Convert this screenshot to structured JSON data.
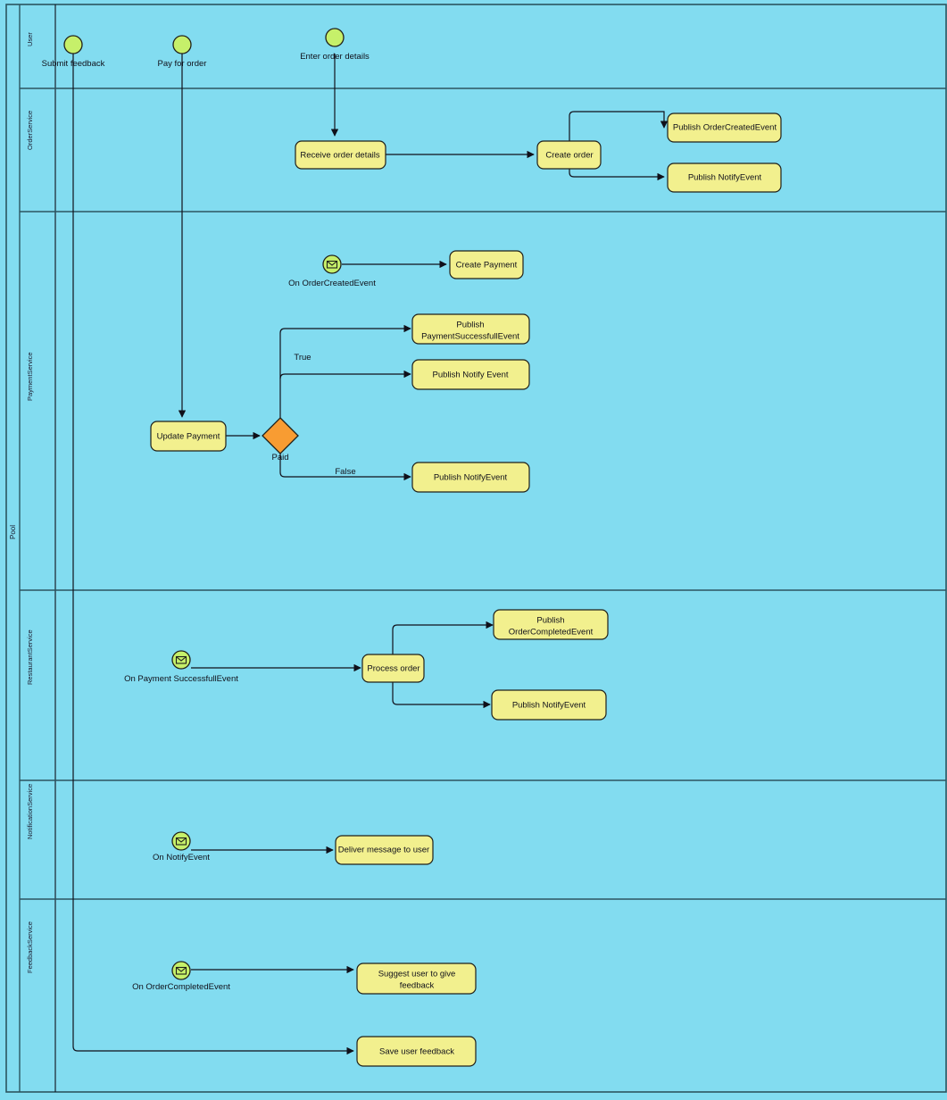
{
  "diagram": {
    "type": "bpmn-collaboration-diagram",
    "pool": {
      "label": "Pool"
    },
    "colors": {
      "lane_background": "#82DCF0",
      "task_fill": "#F2F08E",
      "event_fill": "#C6F06A",
      "gateway_fill": "#F89C32",
      "stroke": "#10101A",
      "pool_border": "#2C5560"
    },
    "lanes": [
      {
        "id": "user",
        "label": "User"
      },
      {
        "id": "order-service",
        "label": "OrderService"
      },
      {
        "id": "payment-service",
        "label": "PaymentService"
      },
      {
        "id": "restaurant-service",
        "label": "RestaurantService"
      },
      {
        "id": "notification-service",
        "label": "NotificationService"
      },
      {
        "id": "feedback-service",
        "label": "FeedbackService"
      }
    ],
    "start_events": [
      {
        "id": "submit-feedback",
        "label": "Submit feedback",
        "lane": "user"
      },
      {
        "id": "pay-for-order",
        "label": "Pay for order",
        "lane": "user"
      },
      {
        "id": "enter-order-details",
        "label": "Enter order details",
        "lane": "user"
      }
    ],
    "message_events": [
      {
        "id": "on-order-created-event",
        "label": "On OrderCreatedEvent",
        "lane": "payment-service"
      },
      {
        "id": "on-payment-successfull-event",
        "label": "On Payment SuccessfullEvent",
        "lane": "restaurant-service"
      },
      {
        "id": "on-notify-event",
        "label": "On NotifyEvent",
        "lane": "notification-service"
      },
      {
        "id": "on-order-completed-event",
        "label": "On OrderCompletedEvent",
        "lane": "feedback-service"
      }
    ],
    "gateways": [
      {
        "id": "paid-gateway",
        "label": "Paid",
        "lane": "payment-service"
      }
    ],
    "tasks": [
      {
        "id": "receive-order-details",
        "label": "Receive order details",
        "lane": "order-service"
      },
      {
        "id": "create-order",
        "label": "Create order",
        "lane": "order-service"
      },
      {
        "id": "publish-order-created-event",
        "label": "Publish OrderCreatedEvent",
        "lane": "order-service"
      },
      {
        "id": "publish-notify-event-order",
        "label": "Publish NotifyEvent",
        "lane": "order-service"
      },
      {
        "id": "create-payment",
        "label": "Create Payment",
        "lane": "payment-service"
      },
      {
        "id": "update-payment",
        "label": "Update Payment",
        "lane": "payment-service"
      },
      {
        "id": "publish-payment-successfull-event",
        "label_line1": "Publish",
        "label_line2": "PaymentSuccessfullEvent",
        "lane": "payment-service"
      },
      {
        "id": "publish-notify-event-payment-true",
        "label": "Publish Notify Event",
        "lane": "payment-service"
      },
      {
        "id": "publish-notify-event-payment-false",
        "label": "Publish NotifyEvent",
        "lane": "payment-service"
      },
      {
        "id": "process-order",
        "label": "Process order",
        "lane": "restaurant-service"
      },
      {
        "id": "publish-order-completed-event",
        "label_line1": "Publish",
        "label_line2": "OrderCompletedEvent",
        "lane": "restaurant-service"
      },
      {
        "id": "publish-notify-event-restaurant",
        "label": "Publish NotifyEvent",
        "lane": "restaurant-service"
      },
      {
        "id": "deliver-message-to-user",
        "label": "Deliver message to user",
        "lane": "notification-service"
      },
      {
        "id": "suggest-user-to-give-feedback",
        "label_line1": "Suggest user to give",
        "label_line2": "feedback",
        "lane": "feedback-service"
      },
      {
        "id": "save-user-feedback",
        "label": "Save user feedback",
        "lane": "feedback-service"
      }
    ],
    "flow_labels": [
      {
        "id": "gateway-true",
        "label": "True"
      },
      {
        "id": "gateway-false",
        "label": "False"
      }
    ]
  }
}
